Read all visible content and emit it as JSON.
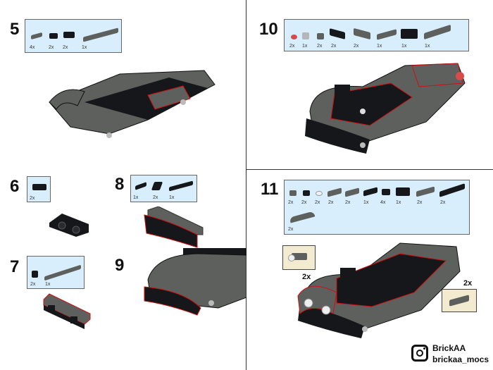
{
  "steps": [
    {
      "number": "5",
      "parts": [
        "4x",
        "2x",
        "2x",
        "1x"
      ]
    },
    {
      "number": "6",
      "parts": [
        "2x"
      ]
    },
    {
      "number": "7",
      "parts": [
        "2x",
        "1x"
      ]
    },
    {
      "number": "8",
      "parts": [
        "1x",
        "2x",
        "1x"
      ]
    },
    {
      "number": "9",
      "parts": []
    },
    {
      "number": "10",
      "parts": [
        "2x",
        "1x",
        "2x",
        "2x",
        "2x",
        "1x",
        "1x",
        "1x"
      ]
    },
    {
      "number": "11",
      "parts": [
        "2x",
        "2x",
        "2x",
        "2x",
        "2x",
        "1x",
        "4x",
        "1x",
        "2x",
        "2x",
        "2x"
      ],
      "callouts": [
        "2x",
        "2x"
      ]
    }
  ],
  "watermark": {
    "name": "BrickAA",
    "handle": "brickaa_mocs",
    "icon": "instagram-icon"
  },
  "colors": {
    "parts_bg": "#d8eefc",
    "callout_bg": "#f2ebcf",
    "dark_gray": "#5d605c",
    "black": "#15171a",
    "edge_red": "#d01010"
  }
}
